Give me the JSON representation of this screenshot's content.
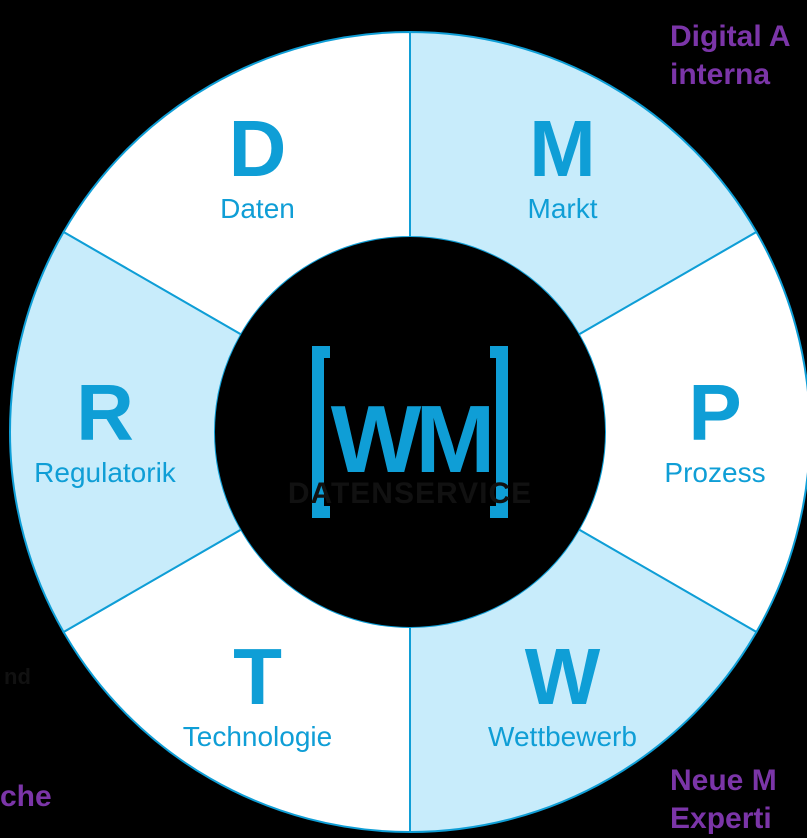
{
  "colors": {
    "accent": "#0F9ED6",
    "light_fill": "#C8ECFB",
    "white_fill": "#FFFFFF",
    "hub": "#000000",
    "purple_text": "#7B35A8"
  },
  "logo": {
    "monogram": "WM",
    "tagline": "DATENSERVICE"
  },
  "segments": [
    {
      "letter": "D",
      "label": "Daten"
    },
    {
      "letter": "M",
      "label": "Markt"
    },
    {
      "letter": "P",
      "label": "Prozess"
    },
    {
      "letter": "W",
      "label": "Wettbewerb"
    },
    {
      "letter": "T",
      "label": "Technologie"
    },
    {
      "letter": "R",
      "label": "Regulatorik"
    }
  ],
  "side_texts": {
    "top_right_line1": "Digital A",
    "top_right_line2": "interna",
    "bottom_right_line1": "Neue M",
    "bottom_right_line2": "Experti",
    "left_fragment": "nd",
    "bottom_left_fragment": "che"
  }
}
